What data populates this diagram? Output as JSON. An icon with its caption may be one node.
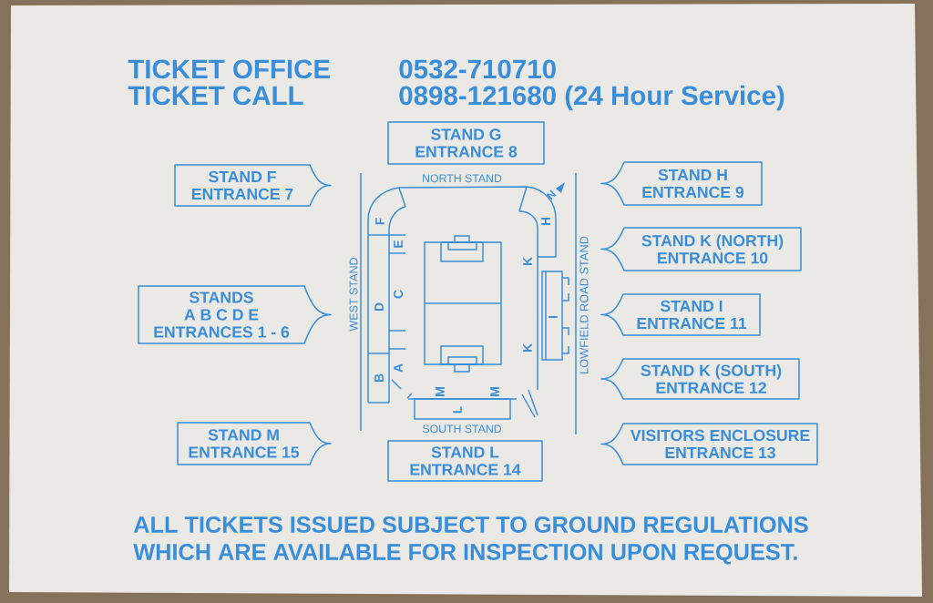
{
  "diagram": {
    "nodes": [
      {
        "text": [
          "STAND G",
          "ENTRANCE 8"
        ]
      },
      {
        "text": [
          "STAND F",
          "ENTRANCE 7"
        ]
      },
      {
        "text": [
          "STAND H",
          "ENTRANCE 9"
        ]
      },
      {
        "text": [
          "STAND K (NORTH)",
          "ENTRANCE 10"
        ]
      },
      {
        "text": [
          "STANDS A B C D E",
          "ENTRANCES 1 - 6"
        ]
      },
      {
        "text": [
          "STAND I",
          "ENTRANCE 11"
        ]
      },
      {
        "text": [
          "STAND K (SOUTH)",
          "ENTRANCE 12"
        ]
      },
      {
        "text": [
          "STAND M",
          "ENTRANCE 15"
        ]
      },
      {
        "text": [
          "VISITORS ENCLOSURE",
          "ENTRANCE 13"
        ]
      },
      {
        "text": [
          "STAND L",
          "ENTRANCE 14"
        ]
      }
    ],
    "labels": [
      "TICKET OFFICE",
      "0532-710710",
      "TICKET CALL",
      "0898-121680 (24 Hour Service)",
      "NORTH STAND",
      "N",
      "H",
      "F",
      "E",
      "K",
      "C",
      "WEST STAND",
      "D",
      "LOWFIELD ROAD STAND",
      "I",
      "K",
      "A",
      "B",
      "M",
      "M",
      "L",
      "SOUTH STAND",
      "ALL TICKETS ISSUED SUBJECT TO GROUND REGULATIONS WHICH ARE AVAILABLE FOR INSPECTION UPON REQUEST."
    ]
  }
}
